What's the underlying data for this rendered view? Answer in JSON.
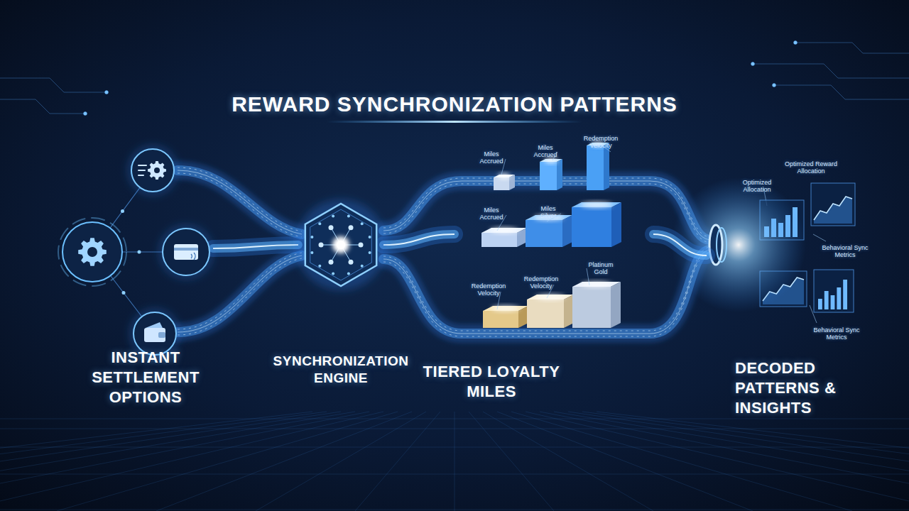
{
  "diagram": {
    "title": "REWARD SYNCHRONIZATION PATTERNS",
    "nodes": [
      {
        "text": [
          "INSTANT SETTLEMENT OPTIONS"
        ]
      },
      {
        "text": [
          "SYNCHRONIZATION ENGINE"
        ]
      },
      {
        "text": [
          "TIERED LOYALTY MILES"
        ]
      },
      {
        "text": [
          "DECODED PATTERNS & INSIGHTS"
        ]
      }
    ],
    "edges": [
      {
        "from": 0,
        "to": 1,
        "arrow": "none"
      },
      {
        "from": 1,
        "to": 2,
        "arrow": "none"
      },
      {
        "from": 2,
        "to": 3,
        "arrow": "none"
      }
    ],
    "labels": [
      "Miles Accrued",
      "Miles Accrued",
      "Redemption Velocity",
      "Miles Accrued",
      "Miles Silver",
      "Redemption Velocity",
      "Redemption Velocity",
      "Platinum Gold",
      "Optimized Allocation",
      "Optimized Reward Allocation",
      "Behavioral Sync Metrics",
      "Behavioral Sync Metrics"
    ]
  }
}
